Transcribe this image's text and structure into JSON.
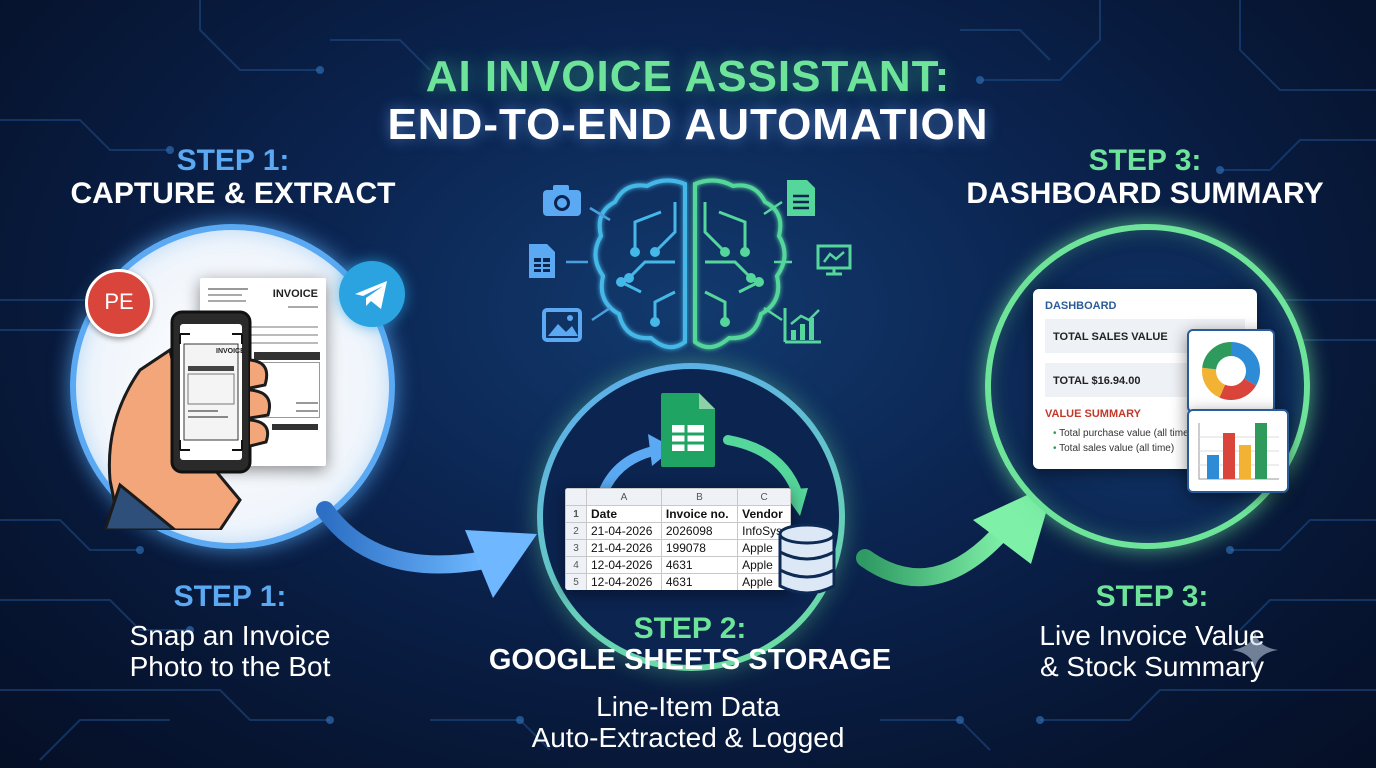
{
  "title": {
    "line1": "AI INVOICE ASSISTANT:",
    "line2": "END-TO-END AUTOMATION"
  },
  "step1": {
    "label_top": "STEP 1:",
    "subtitle": "CAPTURE & EXTRACT",
    "label_bottom": "STEP 1:",
    "desc_line1": "Snap an Invoice",
    "desc_line2": "Photo to the Bot",
    "badge": "PE",
    "invoice_heading": "INVOICE",
    "phone_invoice_heading": "INVOICE"
  },
  "step2": {
    "label": "STEP 2:",
    "subtitle": "GOOGLE SHEETS STORAGE",
    "desc_line1": "Line-Item Data",
    "desc_line2": "Auto-Extracted & Logged",
    "sheet": {
      "columns": [
        "A",
        "B",
        "C"
      ],
      "header": [
        "Date",
        "Invoice no.",
        "Vendor"
      ],
      "rows": [
        [
          "21-04-2026",
          "2026098",
          "InfoSys"
        ],
        [
          "21-04-2026",
          "199078",
          "Apple"
        ],
        [
          "12-04-2026",
          "4631",
          "Apple"
        ],
        [
          "12-04-2026",
          "4631",
          "Apple"
        ]
      ],
      "row_numbers": [
        "1",
        "2",
        "3",
        "4",
        "5"
      ]
    }
  },
  "step3": {
    "label_top": "STEP 3:",
    "subtitle": "DASHBOARD SUMMARY",
    "label_bottom": "STEP 3:",
    "desc_line1": "Live Invoice Value",
    "desc_line2": "& Stock Summary",
    "dashboard": {
      "title": "DASHBOARD",
      "total_sales_label": "TOTAL SALES VALUE",
      "total_value": "TOTAL $16.94.00",
      "value_summary_title": "VALUE SUMMARY",
      "bullet1": "Total purchase value (all time)",
      "bullet2": "Total sales value (all time)"
    }
  },
  "colors": {
    "blue": "#5aa9f2",
    "green": "#6ee39a",
    "background": "#0b2450",
    "sheets_green": "#1fa463"
  },
  "icons": [
    "camera-icon",
    "document-icon",
    "spreadsheet-icon",
    "presentation-icon",
    "image-icon",
    "bar-chart-icon",
    "brain-icon",
    "telegram-icon",
    "database-icon",
    "google-sheets-icon"
  ]
}
